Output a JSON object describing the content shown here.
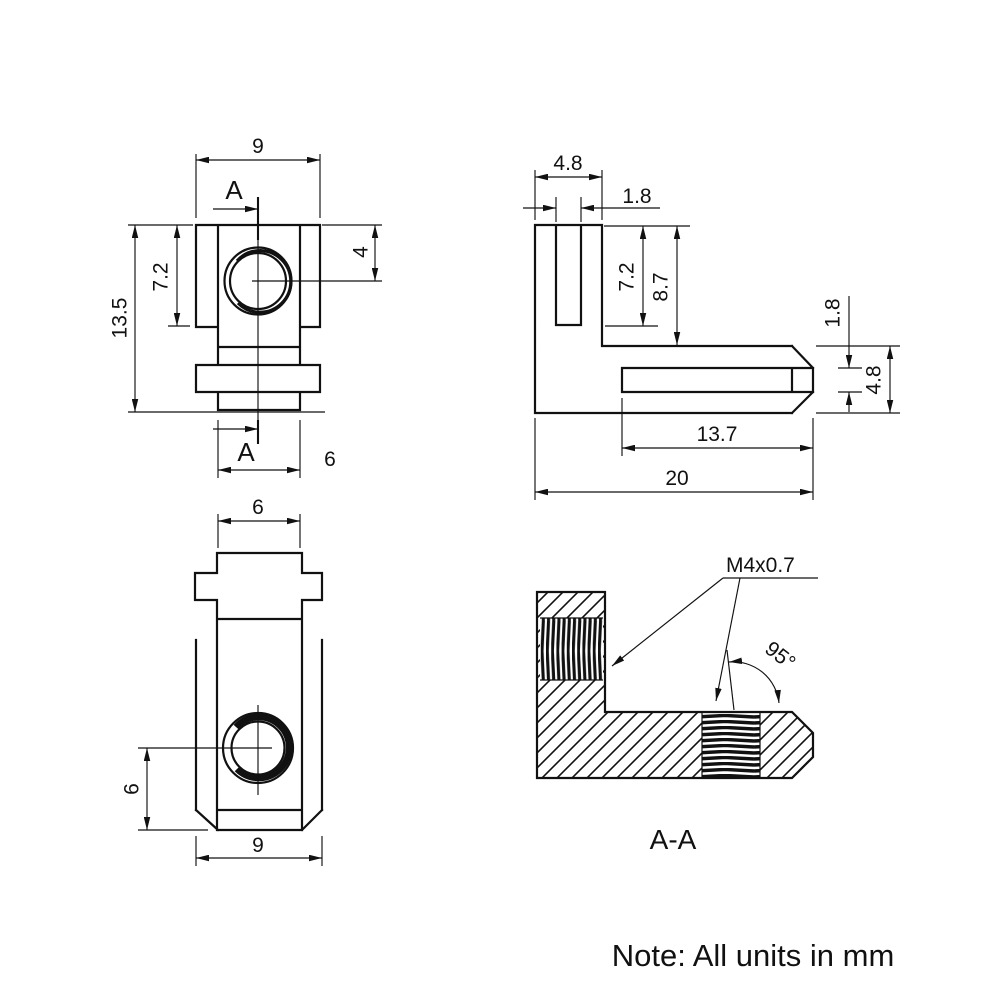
{
  "drawing": {
    "note": "Note: All units in mm",
    "section_label": "A-A",
    "section_marker": "A",
    "thread_callout": "M4x0.7",
    "angle": "95°",
    "front": {
      "width": "9",
      "height": "13.5",
      "step": "7.2",
      "hole_offset": "4",
      "slot": "6"
    },
    "side": {
      "top_width": "4.8",
      "top_slot": "1.8",
      "slot_depth": "7.2",
      "inner_height": "8.7",
      "end_slot": "1.8",
      "arm_height": "4.8",
      "thread_len": "13.7",
      "length": "20"
    },
    "bottom": {
      "tab": "6",
      "hole_to_end": "6",
      "width": "9"
    }
  }
}
